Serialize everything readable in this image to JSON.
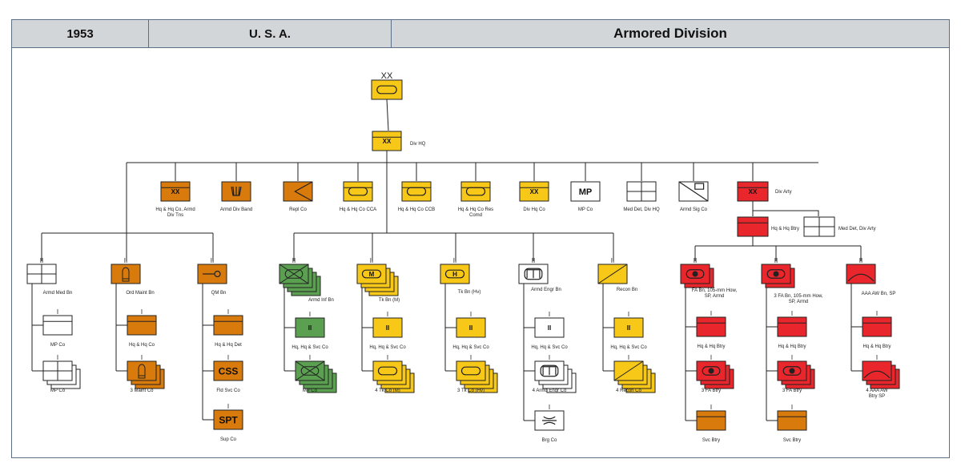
{
  "header": {
    "year": "1953",
    "country": "U. S. A.",
    "title": "Armored Division"
  },
  "colors": {
    "armor": "#f7c818",
    "ordnance": "#d97a0c",
    "infantry": "#5aa050",
    "artillery": "#e8262c",
    "white": "#ffffff",
    "line": "#222222"
  },
  "units": {
    "top": {
      "echelon": "XX"
    },
    "divhq": {
      "echelon": "XX",
      "label": "Div HQ"
    },
    "r1_hqco": {
      "inner": "XX",
      "label": "Hq & Hq Co, Armd Div Tns"
    },
    "r1_band": {
      "label": "Armd Div Band"
    },
    "r1_repl": {
      "label": "Repl Co"
    },
    "r1_cca": {
      "label": "Hq & Hq Co CCA"
    },
    "r1_ccb": {
      "label": "Hq & Hq Co CCB"
    },
    "r1_res": {
      "label": "Hq & Hq Co Res Comd"
    },
    "r1_divhqco": {
      "inner": "XX",
      "label": "Div Hq Co"
    },
    "r1_mp": {
      "inner": "MP",
      "label": "MP Co"
    },
    "r1_med": {
      "label": "Med Det, Div HQ"
    },
    "r1_sig": {
      "label": "Armd Sig Co"
    },
    "arty": {
      "inner": "XX",
      "label": "Div Arty"
    },
    "arty_hq": {
      "label": "Hq & Hq Btry"
    },
    "arty_med": {
      "label": "Med Det, Div Arty"
    },
    "med_bn": {
      "echelon": "II",
      "label": "Armd Med Bn",
      "c1": {
        "echelon": "I",
        "label": "MP Co"
      },
      "c2": {
        "echelon": "I",
        "label": "MP Co"
      }
    },
    "ord_bn": {
      "echelon": "II",
      "label": "Ord Maint Bn",
      "c1": {
        "echelon": "I",
        "label": "Hq & Hq Co"
      },
      "c2": {
        "echelon": "I",
        "label": "3 Maint Co"
      }
    },
    "qm_bn": {
      "echelon": "II",
      "label": "QM Bn",
      "c1": {
        "echelon": "I",
        "label": "Hq & Hq Det"
      },
      "c2": {
        "echelon": "I",
        "inner": "CSS",
        "label": "Fld Svc Co"
      },
      "c3": {
        "echelon": "I",
        "inner": "SPT",
        "label": "Sup Co"
      }
    },
    "inf_bn": {
      "echelon": "II",
      "label": "Armd Inf Bn",
      "c1": {
        "echelon": "I",
        "inner": "II",
        "label": "Hq, Hq & Svc Co"
      },
      "c2": {
        "echelon": "I",
        "label": "MP Co"
      }
    },
    "tkm_bn": {
      "echelon": "II",
      "inner": "M",
      "label": "Tk Bn (M)",
      "c1": {
        "echelon": "I",
        "inner": "II",
        "label": "Hq, Hq & Svc Co"
      },
      "c2": {
        "echelon": "I",
        "label": "4 Tk Co (M)"
      }
    },
    "tkh_bn": {
      "echelon": "II",
      "inner": "H",
      "label": "Tk Bn (Hv)",
      "c1": {
        "echelon": "I",
        "inner": "II",
        "label": "Hq, Hq & Svc Co"
      },
      "c2": {
        "echelon": "I",
        "label": "3 Tk Co (Hv)"
      }
    },
    "eng_bn": {
      "echelon": "II",
      "label": "Armd Engr Bn",
      "c1": {
        "echelon": "I",
        "inner": "II",
        "label": "Hq, Hq & Svc Co"
      },
      "c2": {
        "echelon": "I",
        "label": "4 Armd Engr Co"
      },
      "c3": {
        "echelon": "I",
        "label": "Brg Co"
      }
    },
    "rec_bn": {
      "echelon": "II",
      "label": "Recon Bn",
      "c1": {
        "echelon": "I",
        "inner": "II",
        "label": "Hq, Hq & Svc Co"
      },
      "c2": {
        "echelon": "I",
        "label": "4 Recon Co"
      }
    },
    "fa105": {
      "echelon": "II",
      "label": "FA Bn, 105-mm How, SP, Armd",
      "c1": {
        "echelon": "I",
        "label": "Hq & Hq Btry"
      },
      "c2": {
        "echelon": "I",
        "label": "3 FA Btry"
      },
      "c3": {
        "echelon": "I",
        "label": "Svc Btry"
      }
    },
    "fa3": {
      "echelon": "II",
      "label": "3 FA Bn, 105-mm How, SP, Armd",
      "c1": {
        "echelon": "I",
        "label": "Hq & Hq Btry"
      },
      "c2": {
        "echelon": "I",
        "label": "3 FA Btry"
      },
      "c3": {
        "echelon": "I",
        "label": "Svc Btry"
      }
    },
    "aaa": {
      "echelon": "II",
      "label": "AAA AW Bn, SP",
      "c1": {
        "echelon": "I",
        "label": "Hq & Hq Btry"
      },
      "c2": {
        "echelon": "I",
        "label": "4 AAA AW Btry SP"
      }
    }
  }
}
